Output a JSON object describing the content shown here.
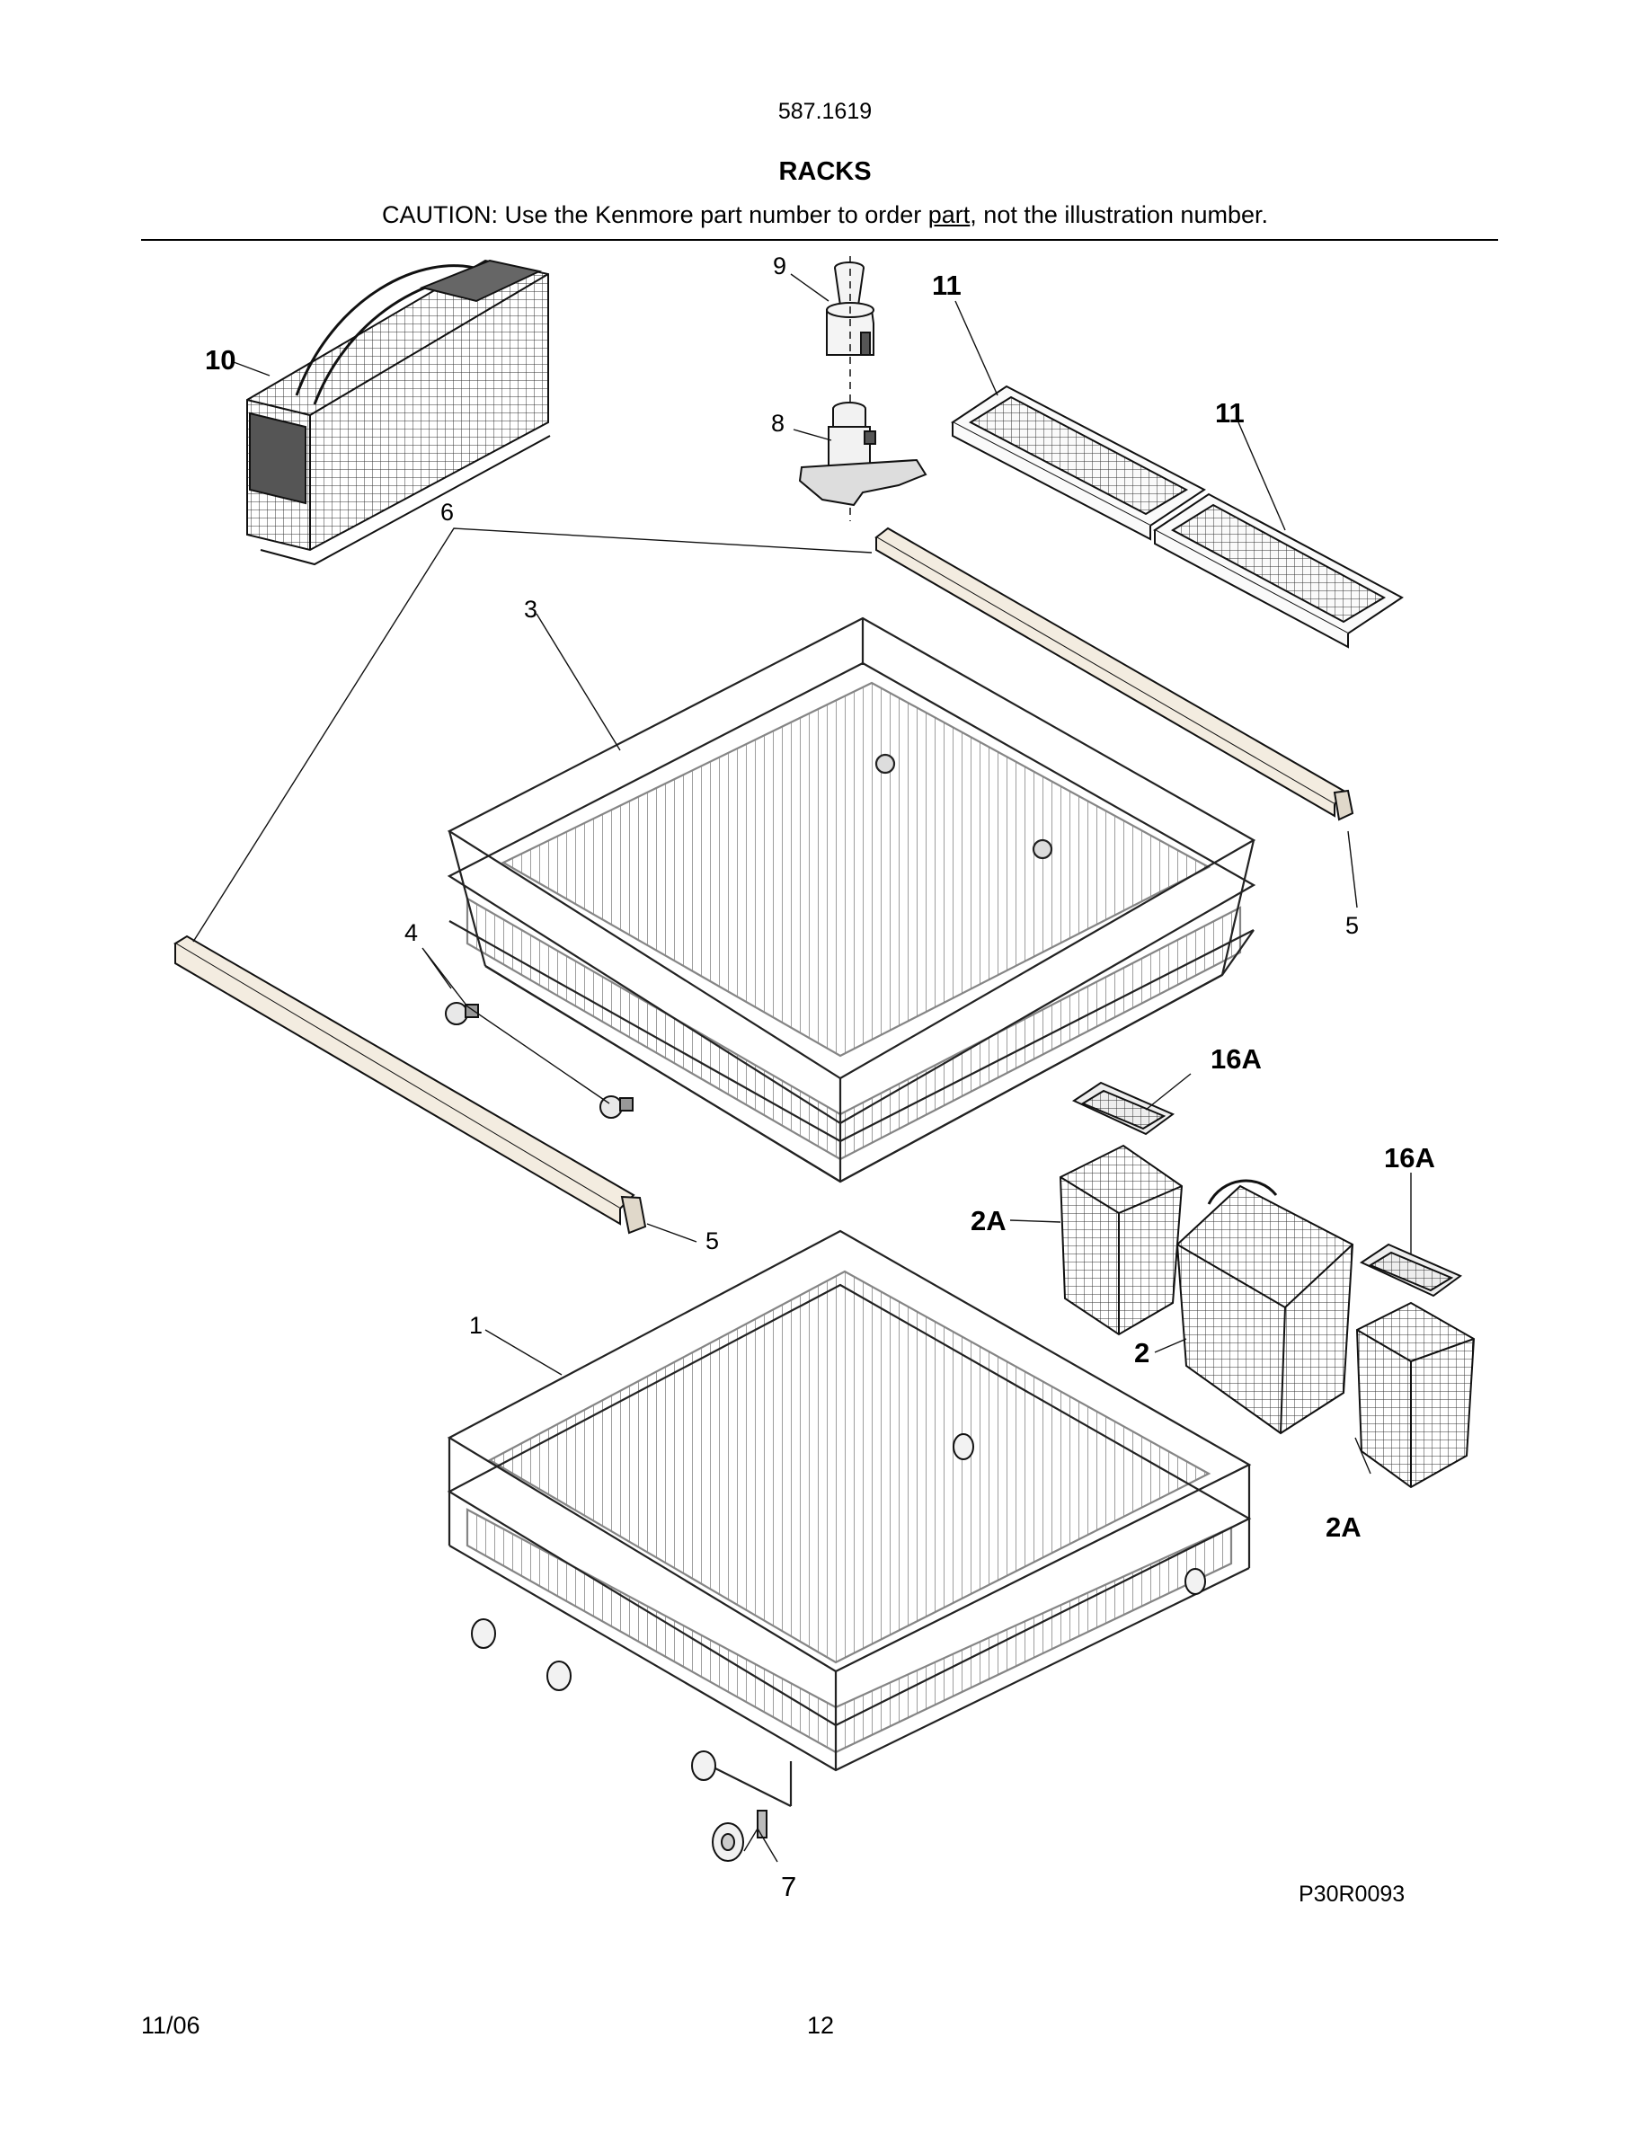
{
  "header": {
    "model": "587.1619",
    "title": "RACKS",
    "caution_before": "CAUTION: Use the Kenmore part number to order ",
    "caution_link": "part",
    "caution_after": ", not the illustration number."
  },
  "callouts": {
    "c10": "10",
    "c9": "9",
    "c8": "8",
    "c11a": "11",
    "c11b": "11",
    "c6": "6",
    "c3": "3",
    "c4": "4",
    "c5a": "5",
    "c5b": "5",
    "c16a_top": "16A",
    "c16a_right": "16A",
    "c2a_left": "2A",
    "c2": "2",
    "c2a_right": "2A",
    "c1": "1",
    "c7": "7"
  },
  "diagram_code": "P30R0093",
  "footer": {
    "date": "11/06",
    "page": "12"
  }
}
